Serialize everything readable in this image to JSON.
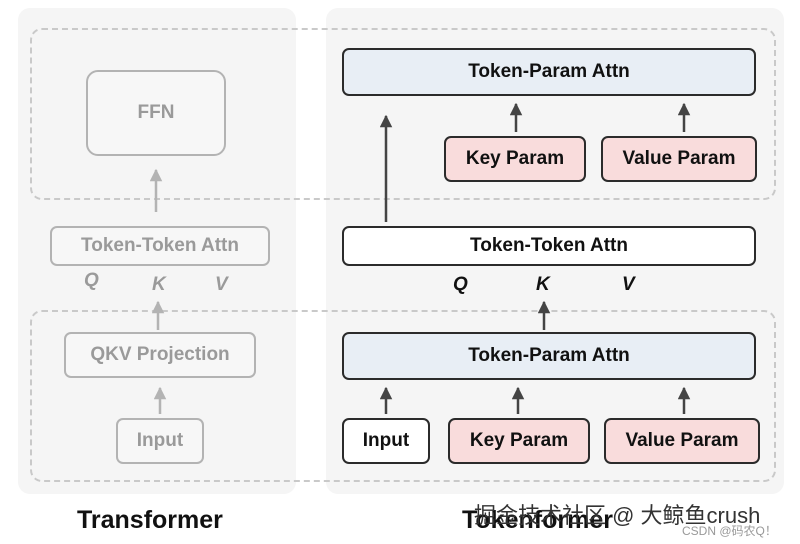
{
  "transformer": {
    "caption": "Transformer",
    "ffn_label": "FFN",
    "attn_label": "Token-Token Attn",
    "qkv_projection_label": "QKV Projection",
    "input_label": "Input",
    "q": "Q",
    "k": "K",
    "v": "V"
  },
  "tokenformer": {
    "caption": "Tokenformer",
    "top_attn_label": "Token-Param Attn",
    "top_key_param_label": "Key Param",
    "top_value_param_label": "Value Param",
    "token_token_attn_label": "Token-Token Attn",
    "q": "Q",
    "k": "K",
    "v": "V",
    "bottom_attn_label": "Token-Param Attn",
    "input_label": "Input",
    "bottom_key_param_label": "Key Param",
    "bottom_value_param_label": "Value Param"
  },
  "watermark": {
    "main": "掘金技术社区 @ 大鲸鱼crush",
    "sub": "CSDN @码农Q！"
  },
  "colors": {
    "param_box": "#f9dcdc",
    "attn_box": "#e8eef5",
    "faded_text": "#9a9a9a",
    "dashed_border": "#c9c9c9"
  }
}
